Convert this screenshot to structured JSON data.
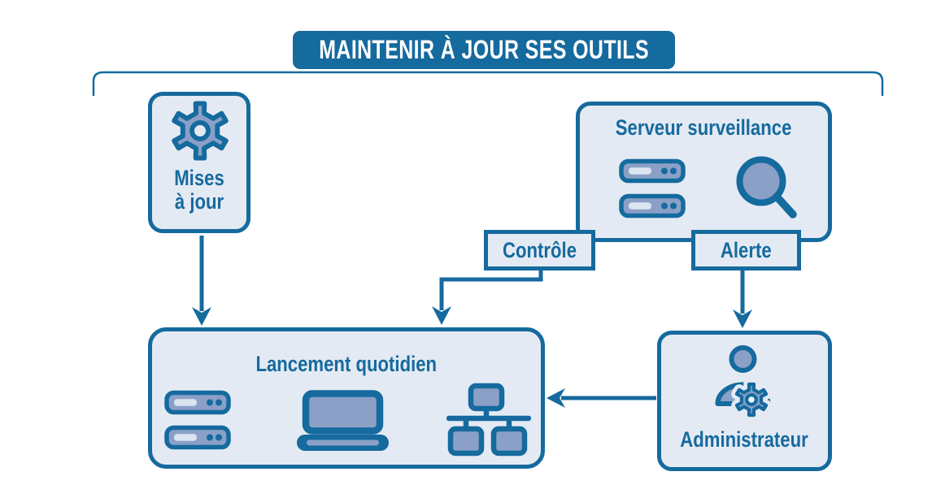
{
  "title": {
    "text": "MAINTENIR À JOUR SES OUTILS"
  },
  "colors": {
    "primary_dark": "#156a9e",
    "node_fill": "#e4eaf3",
    "icon_fill": "#8ba0c7",
    "icon_slot": "#dce4f0",
    "title_text": "#ffffff"
  },
  "nodes": {
    "updates": {
      "lines": [
        "Mises",
        "à jour"
      ],
      "icon": "gear-icon"
    },
    "monitoring": {
      "label": "Serveur surveillance",
      "icons": [
        "server-icon",
        "server-icon",
        "magnifier-icon"
      ]
    },
    "daily": {
      "label": "Lancement quotidien",
      "icons": [
        "server-icon",
        "server-icon",
        "laptop-icon",
        "network-icon"
      ]
    },
    "admin": {
      "label": "Administrateur",
      "icon": "admin-user-gear-icon"
    }
  },
  "connectors": {
    "control": {
      "label": "Contrôle"
    },
    "alert": {
      "label": "Alerte"
    }
  }
}
